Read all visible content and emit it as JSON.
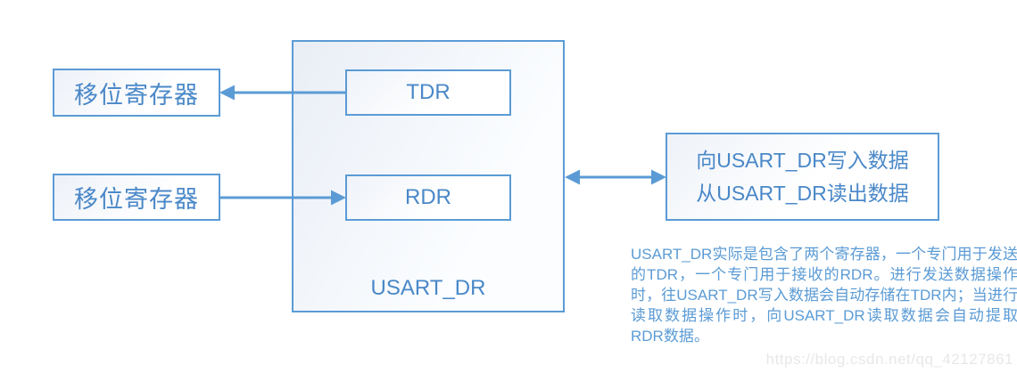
{
  "colors": {
    "stroke_blue": "#5b9bd5",
    "label_blue": "#4a88c8",
    "note_blue": "#5b9bd5",
    "watermark_gray": "#e8e8e8",
    "background": "#ffffff"
  },
  "diagram": {
    "shift_registers": [
      {
        "label": "移位寄存器"
      },
      {
        "label": "移位寄存器"
      }
    ],
    "usart_dr_box": {
      "label": "USART_DR",
      "tdr": {
        "label": "TDR"
      },
      "rdr": {
        "label": "RDR"
      }
    },
    "io_box": {
      "lines": [
        "向USART_DR写入数据",
        "从USART_DR读出数据"
      ]
    },
    "arrows": [
      {
        "name": "tdr-to-shift-register-arrow",
        "direction": "left"
      },
      {
        "name": "shift-register-to-rdr-arrow",
        "direction": "right"
      },
      {
        "name": "usart-dr-io-arrow",
        "direction": "both"
      }
    ],
    "note": "USART_DR实际是包含了两个寄存器，一个专门用于发送的TDR，一个专门用于接收的RDR。进行发送数据操作时，往USART_DR写入数据会自动存储在TDR内；当进行读取数据操作时，向USART_DR读取数据会自动提取RDR数据。",
    "watermark": "https://blog.csdn.net/qq_42127861"
  }
}
